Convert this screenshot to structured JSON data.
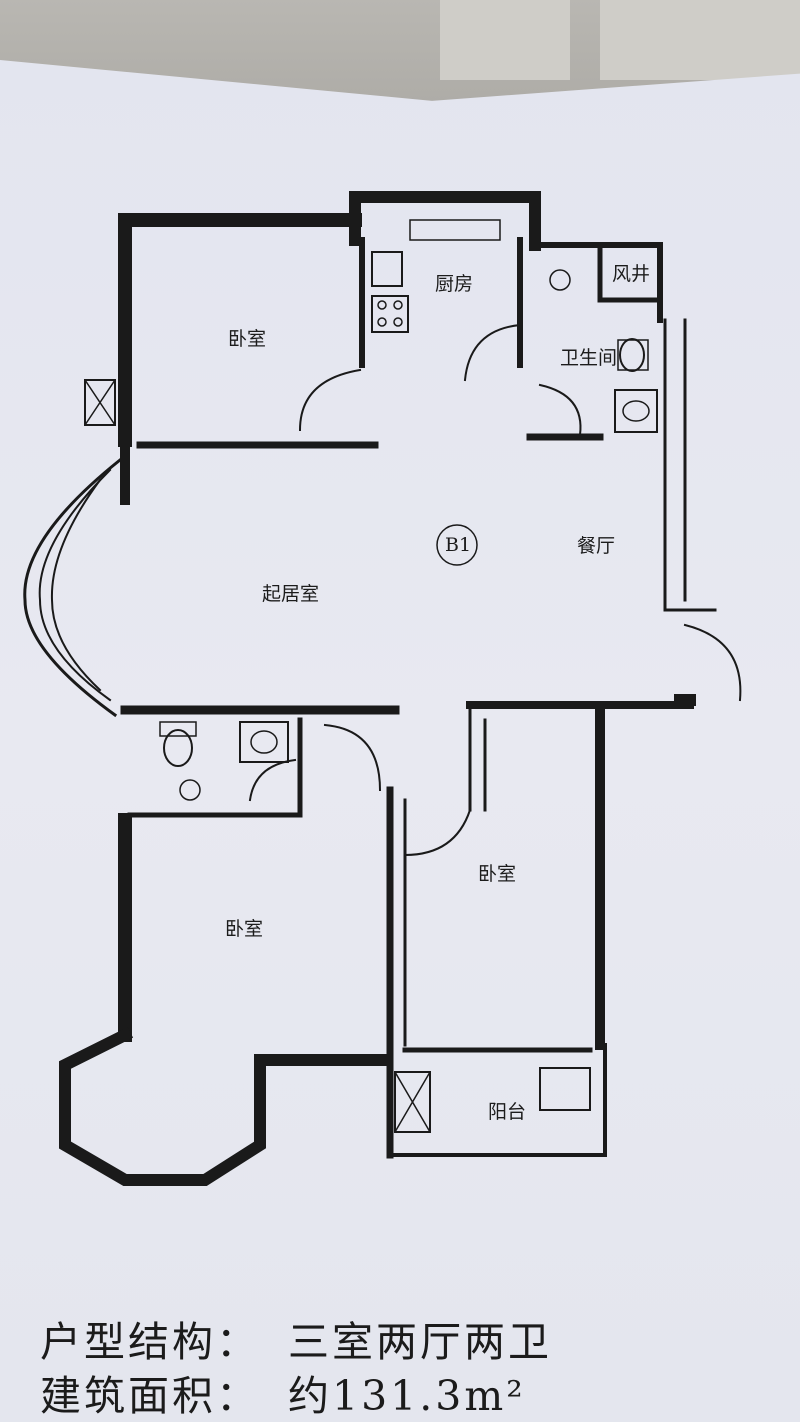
{
  "rooms": {
    "bedroom_nw": "卧室",
    "kitchen": "厨房",
    "vent_shaft": "风井",
    "bathroom_ne": "卫生间",
    "living_room": "起居室",
    "marker": "B1",
    "dining": "餐厅",
    "bedroom_sw": "卧室",
    "bedroom_se": "卧室",
    "balcony": "阳台"
  },
  "caption": {
    "layout_label": "户型结构：",
    "layout_value": "三室两厅两卫",
    "area_label": "建筑面积：",
    "area_value": "约131.3m²"
  },
  "colors": {
    "wall": "#1a1a1a",
    "paper": "#e6e7ef",
    "ink": "#1b1b1b"
  }
}
